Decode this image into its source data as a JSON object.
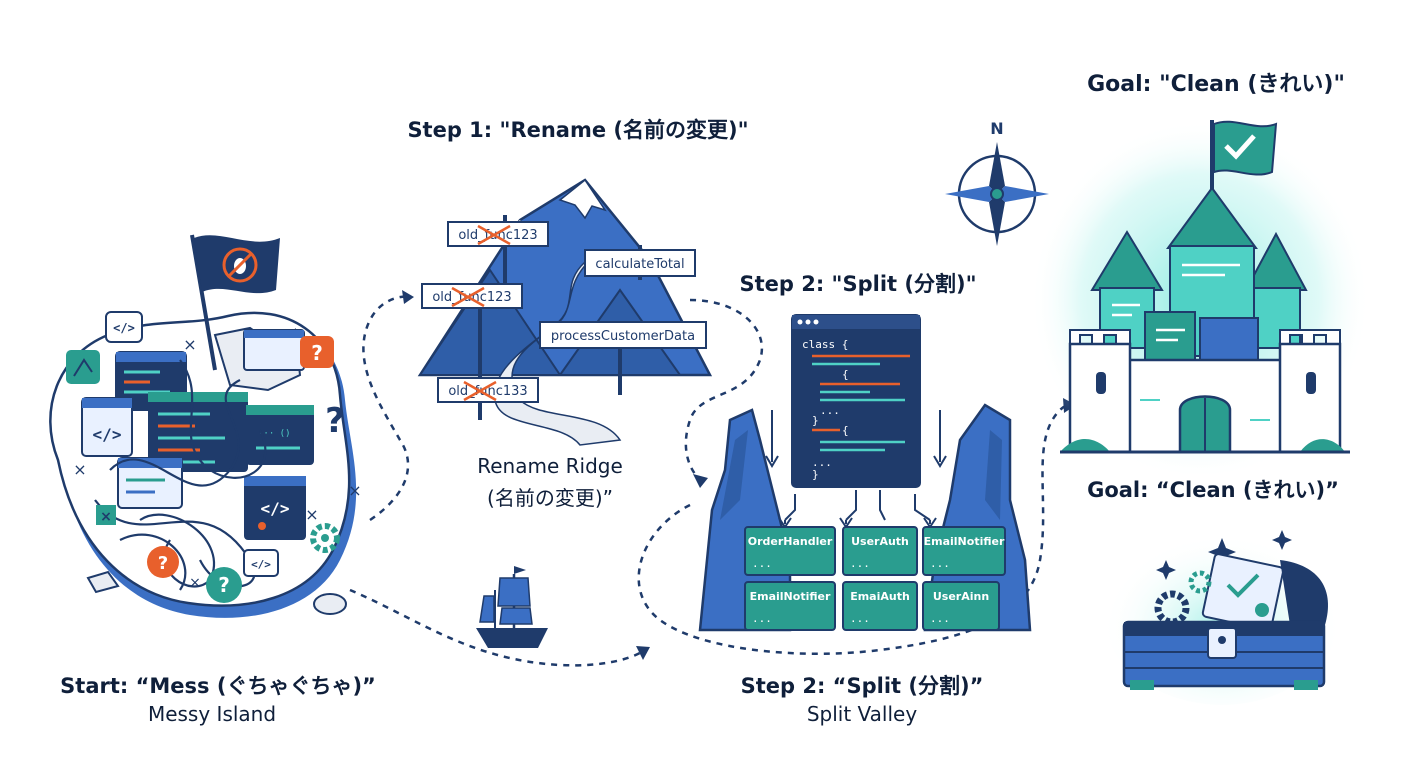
{
  "labels": {
    "step1_title": "Step 1: \"Rename (名前の変更)\"",
    "step2_title_top": "Step 2: \"Split (分割)\"",
    "goal_title_top": "Goal: \"Clean (きれい)\"",
    "goal_title_mid": "Goal: “Clean (きれい)”",
    "start_title": "Start: “Mess (ぐちゃぐちゃ)”",
    "start_sub": "Messy Island",
    "ridge_line1": "Rename Ridge",
    "ridge_line2": "(名前の変更)”",
    "step2_title_bottom": "Step 2: “Split (分割)”",
    "step2_sub": "Split Valley",
    "compass_north": "N"
  },
  "signs": {
    "old1": "old_func123",
    "old2": "old_func123",
    "old3": "old_func133",
    "new1": "calculateTotal",
    "new2": "processCustomerData"
  },
  "code": {
    "class_keyword": "class {",
    "brace": "{",
    "close_brace": "}",
    "dots": "...",
    "tag": "</>",
    "question": "?",
    "x_mark": "×",
    "fn_call": "··· ()"
  },
  "modules": [
    {
      "name": "OrderHandler",
      "dots": "..."
    },
    {
      "name": "UserAuth",
      "dots": "..."
    },
    {
      "name": "EmailNotifier",
      "dots": "..."
    },
    {
      "name": "EmailNotifier",
      "dots": "..."
    },
    {
      "name": "EmaiAuth",
      "dots": "..."
    },
    {
      "name": "UserAinn",
      "dots": "..."
    }
  ],
  "colors": {
    "navy": "#1f3b6b",
    "blue": "#3b6fc4",
    "teal": "#2a9d8f",
    "teal_light": "#4fd1c5",
    "orange": "#e8602c",
    "glow": "#7fe9de"
  }
}
